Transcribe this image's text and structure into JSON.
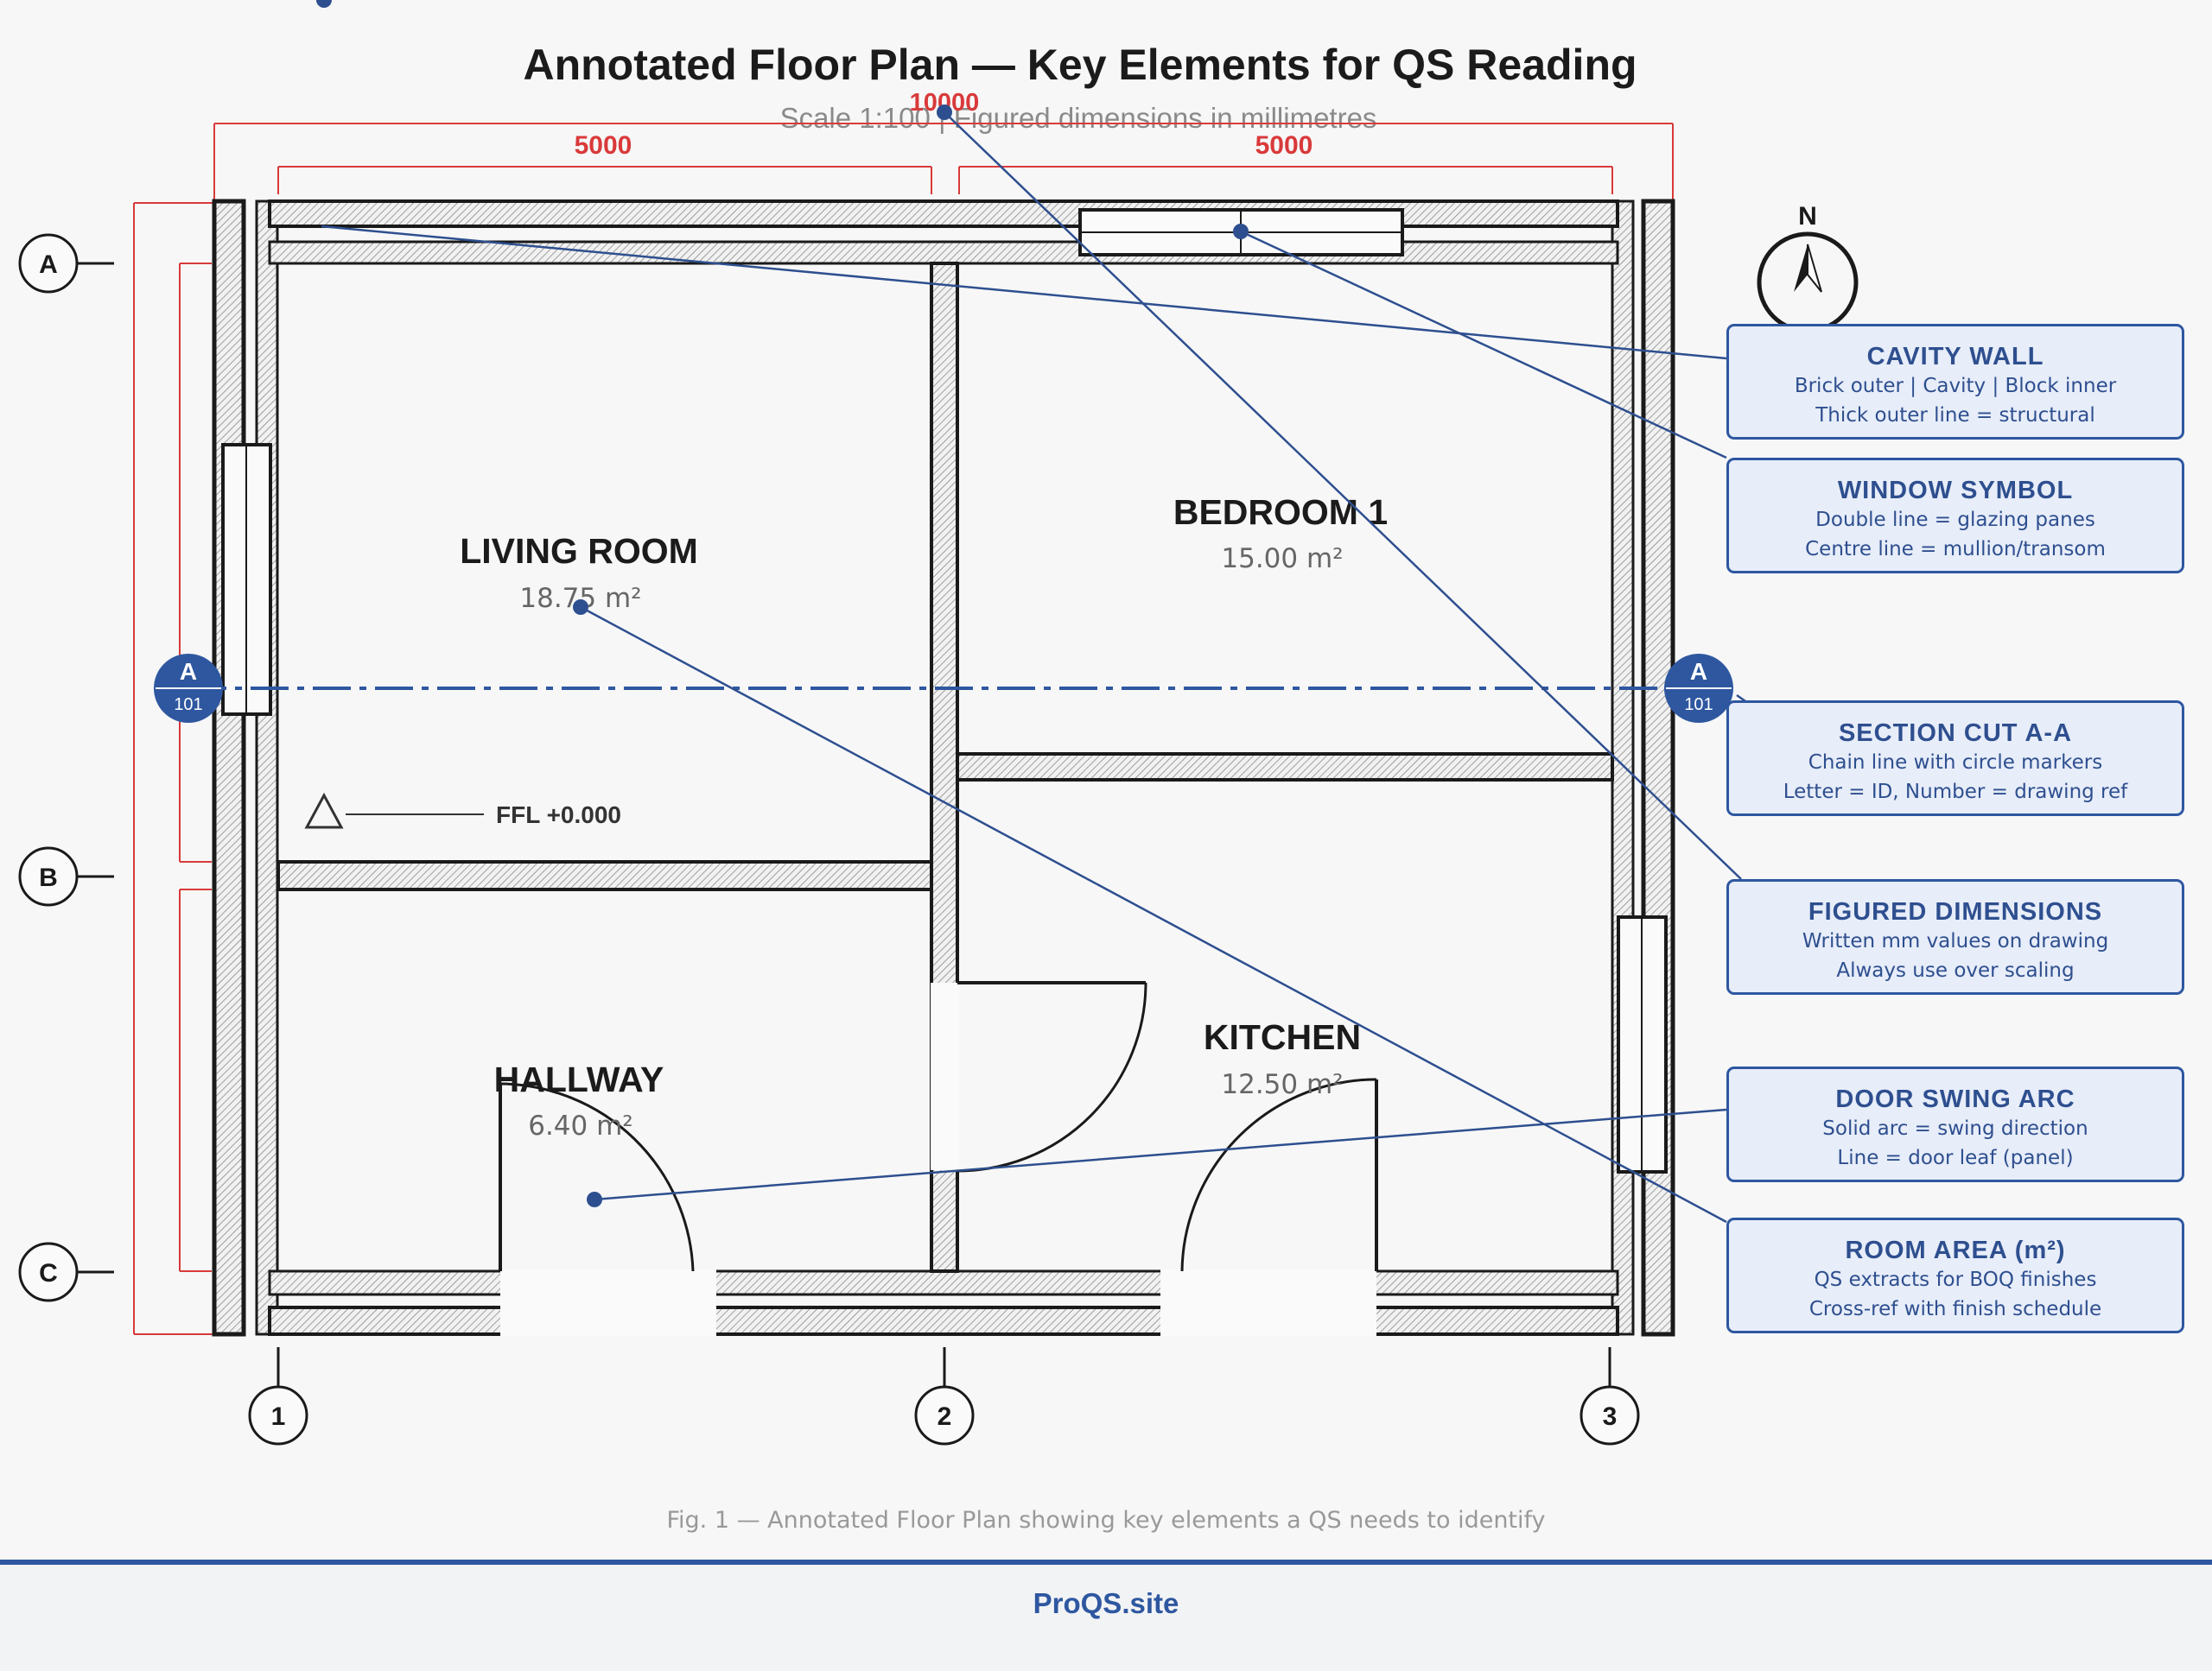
{
  "title": "Annotated Floor Plan — Key Elements for QS Reading",
  "subtitle": "Scale 1:100 | Figured dimensions in millimetres",
  "dimensions": {
    "overall": "10000",
    "left_bay": "5000",
    "right_bay": "5000"
  },
  "rooms": [
    {
      "name": "LIVING ROOM",
      "area": "18.75 m²"
    },
    {
      "name": "BEDROOM 1",
      "area": "15.00 m²"
    },
    {
      "name": "HALLWAY",
      "area": "6.40 m²"
    },
    {
      "name": "KITCHEN",
      "area": "12.50 m²"
    }
  ],
  "grid": {
    "rows": [
      "A",
      "B",
      "C"
    ],
    "cols": [
      "1",
      "2",
      "3"
    ]
  },
  "section": {
    "letter": "A",
    "ref": "101"
  },
  "level": "FFL +0.000",
  "north": "N",
  "callouts": [
    {
      "title": "CAVITY WALL",
      "line1": "Brick outer | Cavity | Block inner",
      "line2": "Thick outer line = structural"
    },
    {
      "title": "WINDOW SYMBOL",
      "line1": "Double line = glazing panes",
      "line2": "Centre line = mullion/transom"
    },
    {
      "title": "SECTION CUT A-A",
      "line1": "Chain line with circle markers",
      "line2": "Letter = ID, Number = drawing ref"
    },
    {
      "title": "FIGURED DIMENSIONS",
      "line1": "Written mm values on drawing",
      "line2": "Always use over scaling"
    },
    {
      "title": "DOOR SWING ARC",
      "line1": "Solid arc = swing direction",
      "line2": "Line = door leaf (panel)"
    },
    {
      "title": "ROOM AREA (m²)",
      "line1": "QS extracts for BOQ finishes",
      "line2": "Cross-ref with finish schedule"
    }
  ],
  "caption": "Fig. 1 — Annotated Floor Plan showing key elements a QS needs to identify",
  "brand": "ProQS.site",
  "colors": {
    "accent": "#2e57a0",
    "dimension": "#d93a3a",
    "callout_fill": "#e7edf9",
    "wall": "#1a1a1a"
  }
}
